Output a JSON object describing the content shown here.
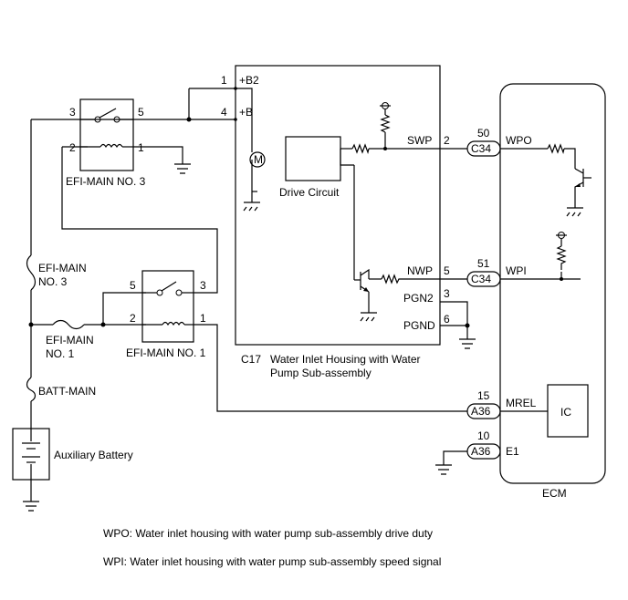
{
  "relays": {
    "efi_main_3": {
      "label": "EFI-MAIN NO. 3",
      "pins": [
        "3",
        "5",
        "2",
        "1"
      ]
    },
    "efi_main_1": {
      "label": "EFI-MAIN NO. 1",
      "pins": [
        "5",
        "3",
        "2",
        "1"
      ]
    }
  },
  "fuses": {
    "efi_main_3": {
      "label_line1": "EFI-MAIN",
      "label_line2": "NO. 3"
    },
    "efi_main_1": {
      "label_line1": "EFI-MAIN",
      "label_line2": "NO. 1"
    },
    "batt_main": {
      "label": "BATT-MAIN"
    }
  },
  "battery": {
    "label": "Auxiliary Battery"
  },
  "pump": {
    "motor_symbol": "M",
    "drive_circuit": "Drive Circuit",
    "connector_code": "C17",
    "title_line1": "Water Inlet Housing with Water",
    "title_line2": "Pump Sub-assembly",
    "terminals": [
      {
        "num": "1",
        "name": "+B2"
      },
      {
        "num": "4",
        "name": "+B"
      },
      {
        "num": "2",
        "name": "SWP"
      },
      {
        "num": "5",
        "name": "NWP"
      },
      {
        "num": "3",
        "name": "PGN2"
      },
      {
        "num": "6",
        "name": "PGND"
      }
    ]
  },
  "connectors": [
    {
      "pin": "50",
      "code": "C34",
      "signal": "WPO"
    },
    {
      "pin": "51",
      "code": "C34",
      "signal": "WPI"
    },
    {
      "pin": "15",
      "code": "A36",
      "signal": "MREL"
    },
    {
      "pin": "10",
      "code": "A36",
      "signal": "E1"
    }
  ],
  "ecm": {
    "label": "ECM",
    "ic_label": "IC"
  },
  "notes": {
    "wpo": "WPO: Water inlet housing with water pump sub-assembly drive duty",
    "wpi": "WPI: Water inlet housing with water pump sub-assembly speed signal"
  }
}
